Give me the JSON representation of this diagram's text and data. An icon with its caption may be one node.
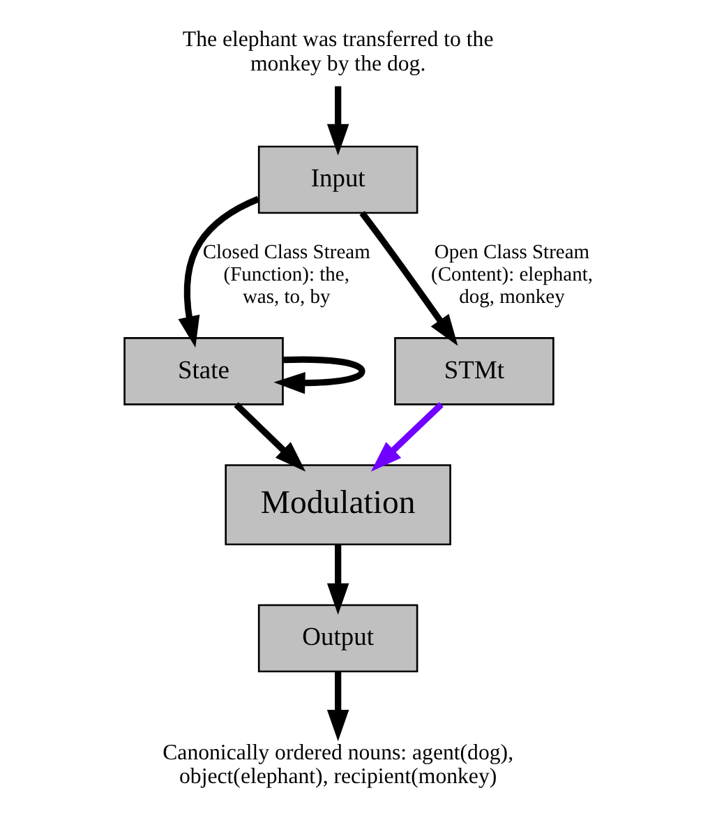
{
  "diagram": {
    "nodes": [
      {
        "text": [
          "The elephant was transferred to the monkey by the dog."
        ]
      },
      {
        "text": [
          "Input"
        ]
      },
      {
        "text": [
          "STMt"
        ]
      },
      {
        "text": [
          "State"
        ]
      },
      {
        "text": [
          "Modulation"
        ]
      },
      {
        "text": [
          "Output"
        ]
      },
      {
        "text": [
          "Canonically ordered nouns: agent(dog), object(elephant), recipient(monkey)"
        ]
      }
    ],
    "edges": [
      {
        "from": 0,
        "to": 1,
        "arrow": "to"
      },
      {
        "from": 1,
        "to": 3,
        "arrow": "to",
        "label": "Closed Class Stream (Function): the, was, to, by"
      },
      {
        "from": 1,
        "to": 2,
        "arrow": "to",
        "label": "Open Class Stream (Content): elephant, dog, monkey"
      },
      {
        "from": 3,
        "to": 3,
        "arrow": "to"
      },
      {
        "from": 3,
        "to": 4,
        "arrow": "to"
      },
      {
        "from": 2,
        "to": 4,
        "arrow": "to",
        "color": "#7000ff"
      },
      {
        "from": 4,
        "to": 5,
        "arrow": "to"
      },
      {
        "from": 5,
        "to": 6,
        "arrow": "to"
      }
    ]
  }
}
